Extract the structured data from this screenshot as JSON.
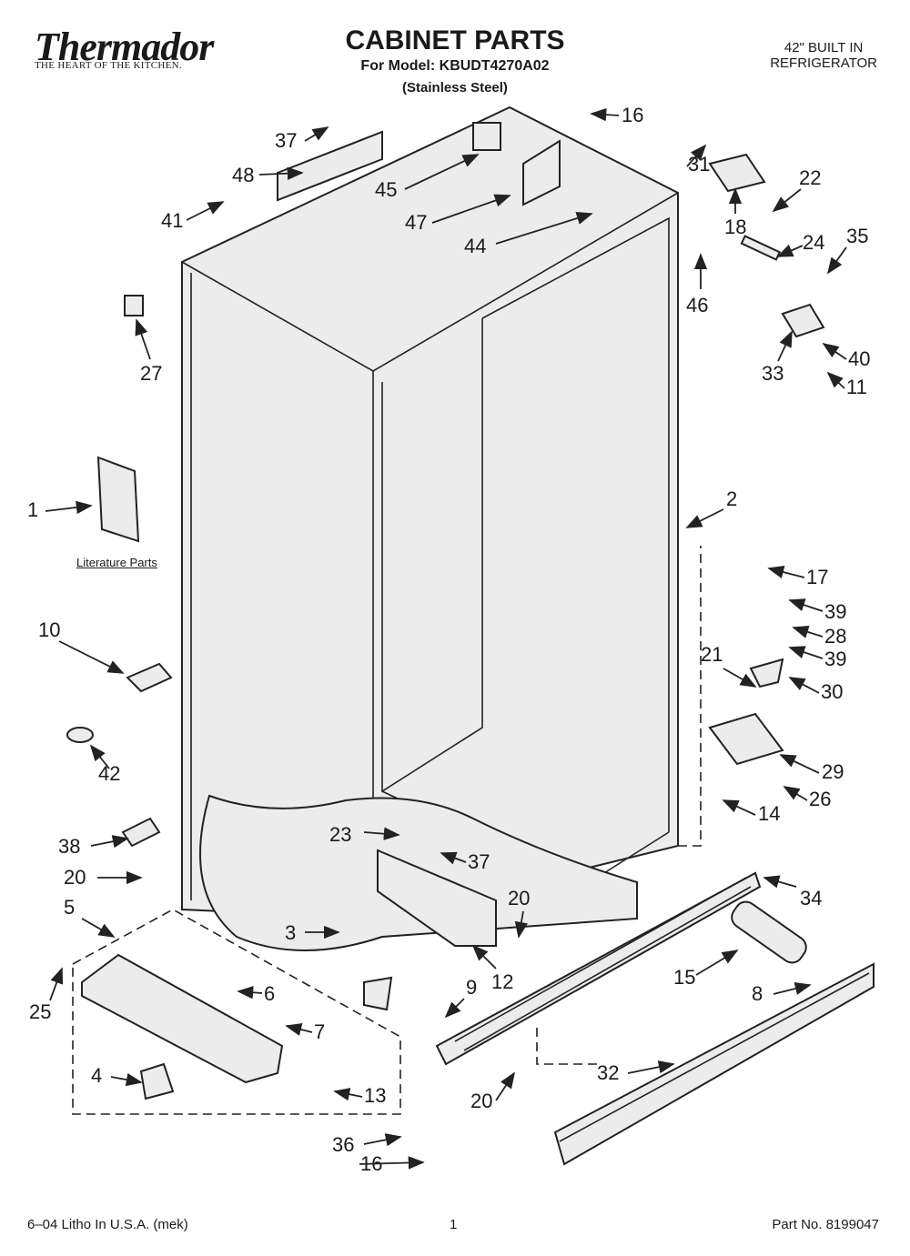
{
  "header": {
    "brand": "Thermador",
    "tagline": "THE HEART OF THE KITCHEN.",
    "title": "CABINET PARTS",
    "model_line": "For Model: KBUDT4270A02",
    "finish": "(Stainless Steel)",
    "product_line1": "42\" BUILT IN",
    "product_line2": "REFRIGERATOR"
  },
  "literature_label": "Literature Parts",
  "callouts": [
    {
      "id": "c1",
      "label": "1"
    },
    {
      "id": "c2",
      "label": "2"
    },
    {
      "id": "c3",
      "label": "3"
    },
    {
      "id": "c4",
      "label": "4"
    },
    {
      "id": "c5",
      "label": "5"
    },
    {
      "id": "c6",
      "label": "6"
    },
    {
      "id": "c7",
      "label": "7"
    },
    {
      "id": "c8",
      "label": "8"
    },
    {
      "id": "c9",
      "label": "9"
    },
    {
      "id": "c10",
      "label": "10"
    },
    {
      "id": "c11",
      "label": "11"
    },
    {
      "id": "c12",
      "label": "12"
    },
    {
      "id": "c13",
      "label": "13"
    },
    {
      "id": "c14",
      "label": "14"
    },
    {
      "id": "c15",
      "label": "15"
    },
    {
      "id": "c16a",
      "label": "16"
    },
    {
      "id": "c16b",
      "label": "16"
    },
    {
      "id": "c17",
      "label": "17"
    },
    {
      "id": "c18",
      "label": "18"
    },
    {
      "id": "c20a",
      "label": "20"
    },
    {
      "id": "c20b",
      "label": "20"
    },
    {
      "id": "c20c",
      "label": "20"
    },
    {
      "id": "c21",
      "label": "21"
    },
    {
      "id": "c22",
      "label": "22"
    },
    {
      "id": "c23",
      "label": "23"
    },
    {
      "id": "c24",
      "label": "24"
    },
    {
      "id": "c25",
      "label": "25"
    },
    {
      "id": "c26",
      "label": "26"
    },
    {
      "id": "c27",
      "label": "27"
    },
    {
      "id": "c28",
      "label": "28"
    },
    {
      "id": "c29",
      "label": "29"
    },
    {
      "id": "c30",
      "label": "30"
    },
    {
      "id": "c31",
      "label": "31"
    },
    {
      "id": "c32",
      "label": "32"
    },
    {
      "id": "c33",
      "label": "33"
    },
    {
      "id": "c34",
      "label": "34"
    },
    {
      "id": "c35",
      "label": "35"
    },
    {
      "id": "c36",
      "label": "36"
    },
    {
      "id": "c37a",
      "label": "37"
    },
    {
      "id": "c37b",
      "label": "37"
    },
    {
      "id": "c38",
      "label": "38"
    },
    {
      "id": "c39a",
      "label": "39"
    },
    {
      "id": "c39b",
      "label": "39"
    },
    {
      "id": "c40",
      "label": "40"
    },
    {
      "id": "c41",
      "label": "41"
    },
    {
      "id": "c42",
      "label": "42"
    },
    {
      "id": "c44",
      "label": "44"
    },
    {
      "id": "c45",
      "label": "45"
    },
    {
      "id": "c46",
      "label": "46"
    },
    {
      "id": "c47",
      "label": "47"
    },
    {
      "id": "c48",
      "label": "48"
    }
  ],
  "footer": {
    "left": "6–04 Litho In U.S.A. (mek)",
    "center": "1",
    "right": "Part No. 8199047"
  }
}
